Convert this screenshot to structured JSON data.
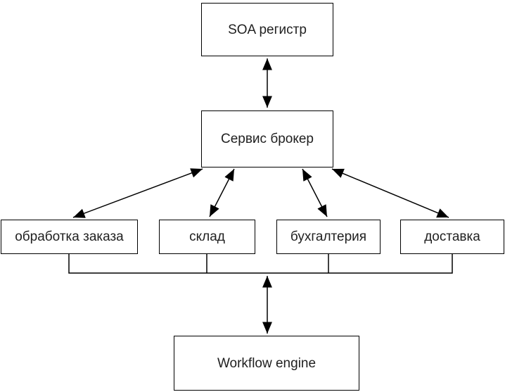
{
  "diagram": {
    "type": "soa-architecture-diagram",
    "colors": {
      "background": "#ffffff",
      "line": "#000000",
      "node_fill": "#ffffff",
      "node_border": "#000000",
      "text": "#1f1f1f"
    },
    "nodes": [
      {
        "id": "soa-registry",
        "label": "SOA регистр"
      },
      {
        "id": "service-broker",
        "label": "Сервис брокер"
      },
      {
        "id": "order-processing",
        "label": "обработка заказа"
      },
      {
        "id": "warehouse",
        "label": "склад"
      },
      {
        "id": "accounting",
        "label": "бухгалтерия"
      },
      {
        "id": "delivery",
        "label": "доставка"
      },
      {
        "id": "workflow-engine",
        "label": "Workflow engine"
      }
    ],
    "edges": [
      {
        "from": "soa-registry",
        "to": "service-broker",
        "bidirectional": true,
        "style": "double-arrow"
      },
      {
        "from": "service-broker",
        "to": "order-processing",
        "bidirectional": true,
        "style": "double-arrow"
      },
      {
        "from": "service-broker",
        "to": "warehouse",
        "bidirectional": true,
        "style": "double-arrow"
      },
      {
        "from": "service-broker",
        "to": "accounting",
        "bidirectional": true,
        "style": "double-arrow"
      },
      {
        "from": "service-broker",
        "to": "delivery",
        "bidirectional": true,
        "style": "double-arrow"
      },
      {
        "from": "services-bus",
        "to": "workflow-engine",
        "bidirectional": true,
        "style": "double-arrow"
      }
    ],
    "bus": {
      "joins": [
        "order-processing",
        "warehouse",
        "accounting",
        "delivery"
      ],
      "style": "plain-line"
    }
  }
}
